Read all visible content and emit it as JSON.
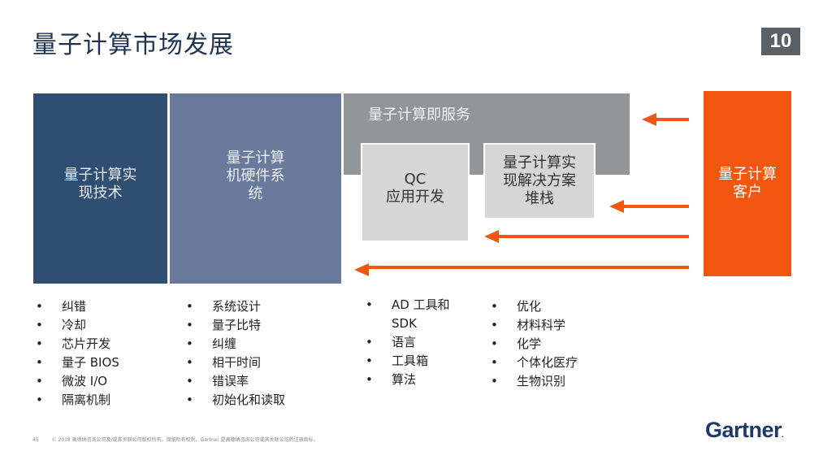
{
  "title": "量子计算市场发展",
  "page_number": "10",
  "boxes": {
    "tech": "量子计算实\n现技术",
    "hardware": "量子计算\n机硬件系\n统",
    "qcaas": "量子计算即服务",
    "qc_dev": "QC\n应用开发",
    "solution_stack": "量子计算实\n现解决方案\n堆栈",
    "customers": "量子计算\n客户"
  },
  "lists": {
    "tech": [
      "纠错",
      "冷却",
      "芯片开发",
      "量子 BIOS",
      "微波 I/O",
      "隔离机制"
    ],
    "hardware": [
      "系统设计",
      "量子比特",
      "纠缠",
      "相干时间",
      "错误率",
      "初始化和读取"
    ],
    "services": [
      "AD 工具和",
      "SDK",
      "语言",
      "工具箱",
      "算法"
    ],
    "customers": [
      "优化",
      "材料科学",
      "化学",
      "个体化医疗",
      "生物识别"
    ]
  },
  "footer": {
    "page": "45",
    "copyright": "© 2018 高德纳咨询公司及/或其关联公司版权所有。保留所有权利。Gartner 是高德纳咨询公司或其关联公司的注册商标。"
  },
  "logo": "Gartner",
  "colors": {
    "tech": "#2f4f72",
    "hardware": "#697a9c",
    "service": "#929698",
    "subbox": "#d6d6d6",
    "customer": "#f2560f",
    "arrow": "#f2560f",
    "badge": "#5a6166"
  }
}
